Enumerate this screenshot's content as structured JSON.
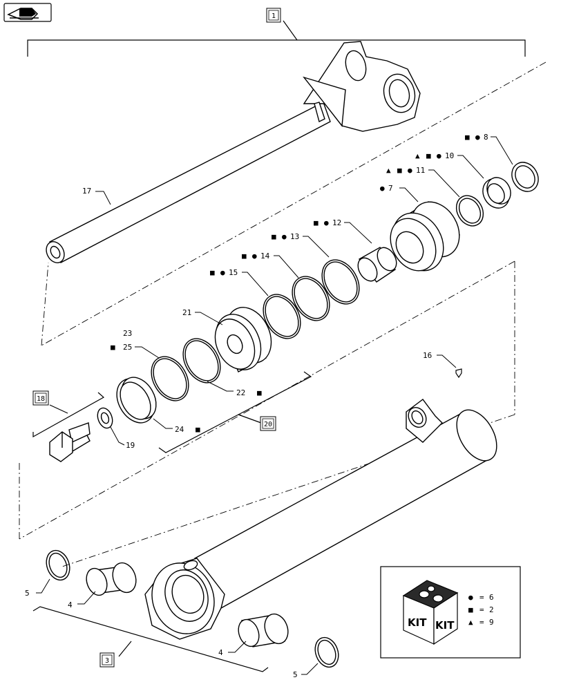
{
  "nav_icon": "arrow-back-icon",
  "symbols": {
    "circle": "●",
    "square": "■",
    "triangle": "▲"
  },
  "assembly_boxes": {
    "main": "1",
    "bottom": "3",
    "bolt": "18",
    "piston": "20"
  },
  "callouts": {
    "c17": "17",
    "c8": "8",
    "c10": "10",
    "c11": "11",
    "c7": "7",
    "c12": "12",
    "c13": "13",
    "c14": "14",
    "c15": "15",
    "c21": "21",
    "c23": "23",
    "c25": "25",
    "c22": "22",
    "c24": "24",
    "c16": "16",
    "c19": "19",
    "c5a": "5",
    "c4a": "4",
    "c4b": "4",
    "c5b": "5"
  },
  "kit": {
    "label_left": "KIT",
    "label_right": "KIT",
    "legend": [
      {
        "symbol": "circle",
        "value": "6"
      },
      {
        "symbol": "square",
        "value": "2"
      },
      {
        "symbol": "triangle",
        "value": "9"
      }
    ],
    "equals": "="
  }
}
